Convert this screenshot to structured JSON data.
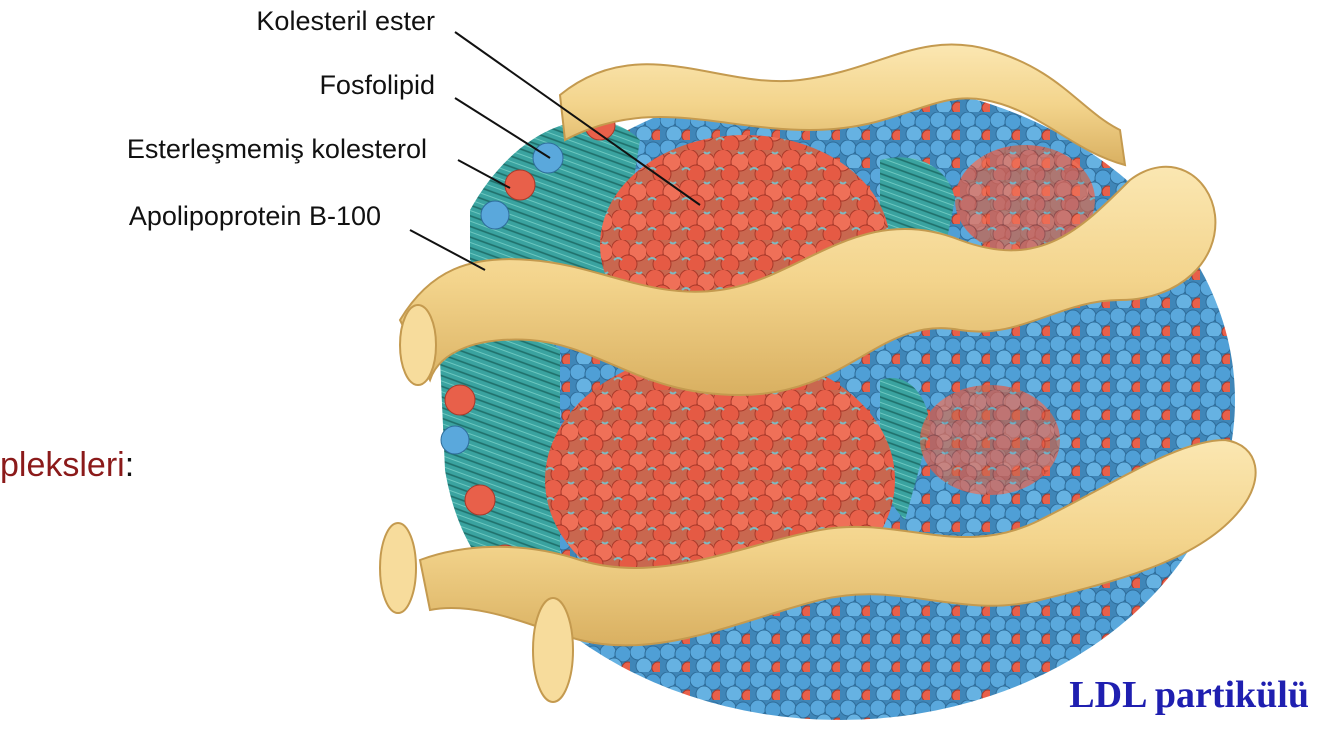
{
  "labels": {
    "kolesteril_ester": "Kolesteril ester",
    "fosfolipid": "Fosfolipid",
    "esterlesmemis_kolesterol": "Esterleşmemiş kolesterol",
    "apolipoprotein": "Apolipoprotein B-100"
  },
  "fragment": {
    "word": "pleksleri",
    "colon": ":"
  },
  "caption": "LDL partikülü",
  "colors": {
    "ester_red": "#e8604a",
    "phospholipid_blue": "#4f9fd6",
    "membrane_teal": "#3aa3a0",
    "protein_band": "#f3d48c",
    "caption_blue": "#1f1fb0",
    "fragment_red": "#8b1a1a"
  }
}
